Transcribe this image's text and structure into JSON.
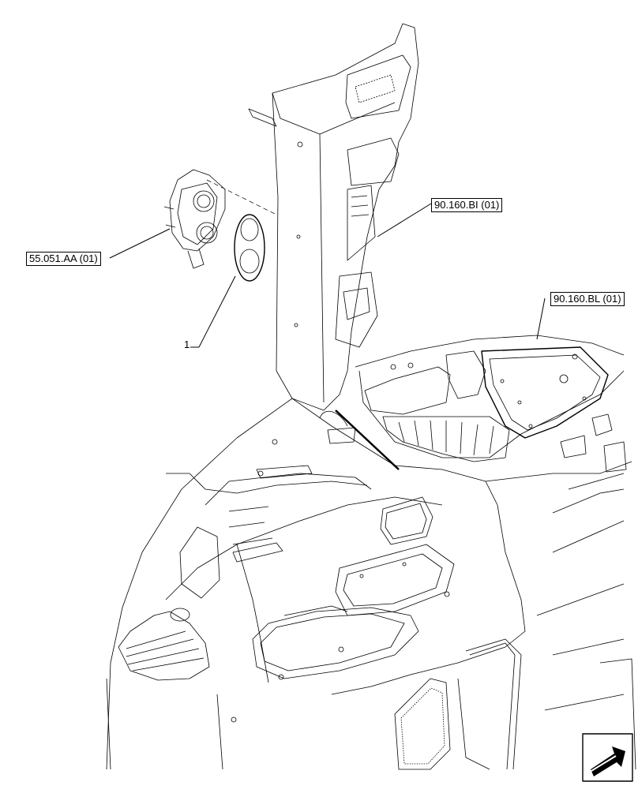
{
  "callouts": {
    "bi": "90.160.BI (01)",
    "bl": "90.160.BL (01)",
    "aa": "55.051.AA (01)"
  },
  "item_number": "1",
  "icons": {
    "nav": "next-page-arrow-icon"
  }
}
